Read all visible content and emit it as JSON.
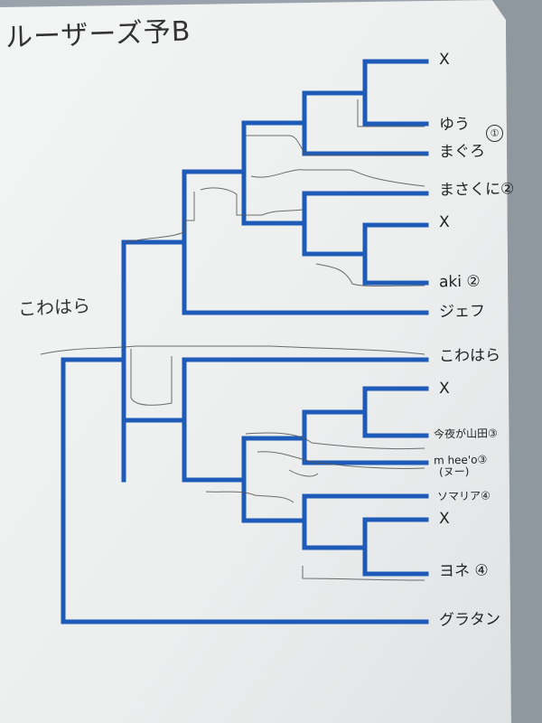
{
  "photo": {
    "title": "ルーザーズ予B",
    "champion": "こわはら",
    "bracket_color": "#1e5bb8",
    "entries": [
      {
        "name": "X",
        "bye": true
      },
      {
        "name": "ゆう",
        "seed": "①"
      },
      {
        "name": "まぐろ"
      },
      {
        "name": "まさくに②"
      },
      {
        "name": "X",
        "bye": true
      },
      {
        "name": "aki ②"
      },
      {
        "name": "ジェフ"
      },
      {
        "name": "こわはら"
      },
      {
        "name": "X",
        "bye": true
      },
      {
        "name": "今夜が山田③"
      },
      {
        "name": "m hee'o③",
        "sub": "(ヌー)"
      },
      {
        "name": "ソマリア④"
      },
      {
        "name": "X",
        "bye": true
      },
      {
        "name": "ヨネ ④"
      },
      {
        "name": "グラタン"
      }
    ]
  }
}
